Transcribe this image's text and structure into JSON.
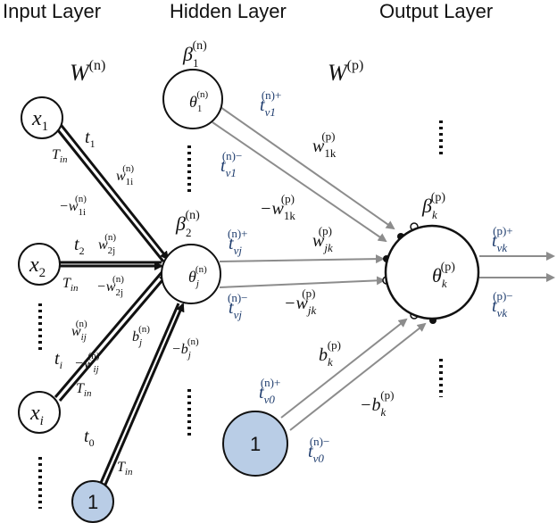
{
  "layers": {
    "input": "Input Layer",
    "hidden": "Hidden Layer",
    "output": "Output Layer"
  },
  "weights": {
    "hidden_matrix": "W",
    "hidden_matrix_sup": "(n)",
    "output_matrix": "W",
    "output_matrix_sup": "(p)"
  },
  "nodes": {
    "x1": {
      "base": "x",
      "sub": "1"
    },
    "x2": {
      "base": "x",
      "sub": "2"
    },
    "xi": {
      "base": "x",
      "sub": "i"
    },
    "bias_in": "1",
    "bias_hidden": "1",
    "beta1": {
      "base": "β",
      "sub": "1",
      "sup": "(n)"
    },
    "theta1": {
      "base": "θ",
      "sub": "1",
      "sup": "(n)"
    },
    "beta2": {
      "base": "β",
      "sub": "2",
      "sup": "(n)"
    },
    "thetaj": {
      "base": "θ",
      "sub": "j",
      "sup": "(n)"
    },
    "betak": {
      "base": "β",
      "sub": "k",
      "sup": "(p)"
    },
    "thetak": {
      "base": "θ",
      "sub": "k",
      "sup": "(p)"
    }
  },
  "input_edges": {
    "t1": {
      "base": "t",
      "sub": "1"
    },
    "t2": {
      "base": "t",
      "sub": "2"
    },
    "ti": {
      "base": "t",
      "sub": "i"
    },
    "t0": {
      "base": "t",
      "sub": "0"
    },
    "Tin": {
      "base": "T",
      "sub": "in"
    },
    "w1i": {
      "base": "w",
      "sub": "1i",
      "sup": "(n)"
    },
    "neg_w1i": {
      "base": "−w",
      "sub": "1i",
      "sup": "(n)"
    },
    "w2j": {
      "base": "w",
      "sub": "2j",
      "sup": "(n)"
    },
    "neg_w2j": {
      "base": "−w",
      "sub": "2j",
      "sup": "(n)"
    },
    "wij": {
      "base": "w",
      "sub": "ij",
      "sup": "(n)"
    },
    "neg_wij": {
      "base": "−w",
      "sub": "ij",
      "sup": "(n)"
    },
    "bj": {
      "base": "b",
      "sub": "j",
      "sup": "(n)"
    },
    "neg_bj": {
      "base": "−b",
      "sub": "j",
      "sup": "(n)"
    }
  },
  "output_edges": {
    "t_v1_pos": {
      "base": "t",
      "sub": "ν1",
      "sup": "(n)+"
    },
    "t_v1_neg": {
      "base": "t",
      "sub": "ν1",
      "sup": "(n)−"
    },
    "w1k": {
      "base": "w",
      "sub": "1k",
      "sup": "(p)"
    },
    "neg_w1k": {
      "base": "−w",
      "sub": "1k",
      "sup": "(p)"
    },
    "t_vj_pos": {
      "base": "t",
      "sub": "νj",
      "sup": "(n)+"
    },
    "t_vj_neg": {
      "base": "t",
      "sub": "νj",
      "sup": "(n)−"
    },
    "wjk": {
      "base": "w",
      "sub": "jk",
      "sup": "(p)"
    },
    "neg_wjk": {
      "base": "−w",
      "sub": "jk",
      "sup": "(p)"
    },
    "bk": {
      "base": "b",
      "sub": "k",
      "sup": "(p)"
    },
    "neg_bk": {
      "base": "−b",
      "sub": "k",
      "sup": "(p)"
    },
    "t_v0_pos": {
      "base": "t",
      "sub": "ν0",
      "sup": "(n)+"
    },
    "t_v0_neg": {
      "base": "t",
      "sub": "ν0",
      "sup": "(n)−"
    },
    "t_vk_pos": {
      "base": "t",
      "sub": "νk",
      "sup": "(p)+"
    },
    "t_vk_neg": {
      "base": "t",
      "sub": "νk",
      "sup": "(p)−"
    }
  },
  "colors": {
    "line": "#111111",
    "arrow_gray": "#8c8c8c",
    "label_blue": "#1f3d6e",
    "bias_fill": "#b9cde6"
  }
}
